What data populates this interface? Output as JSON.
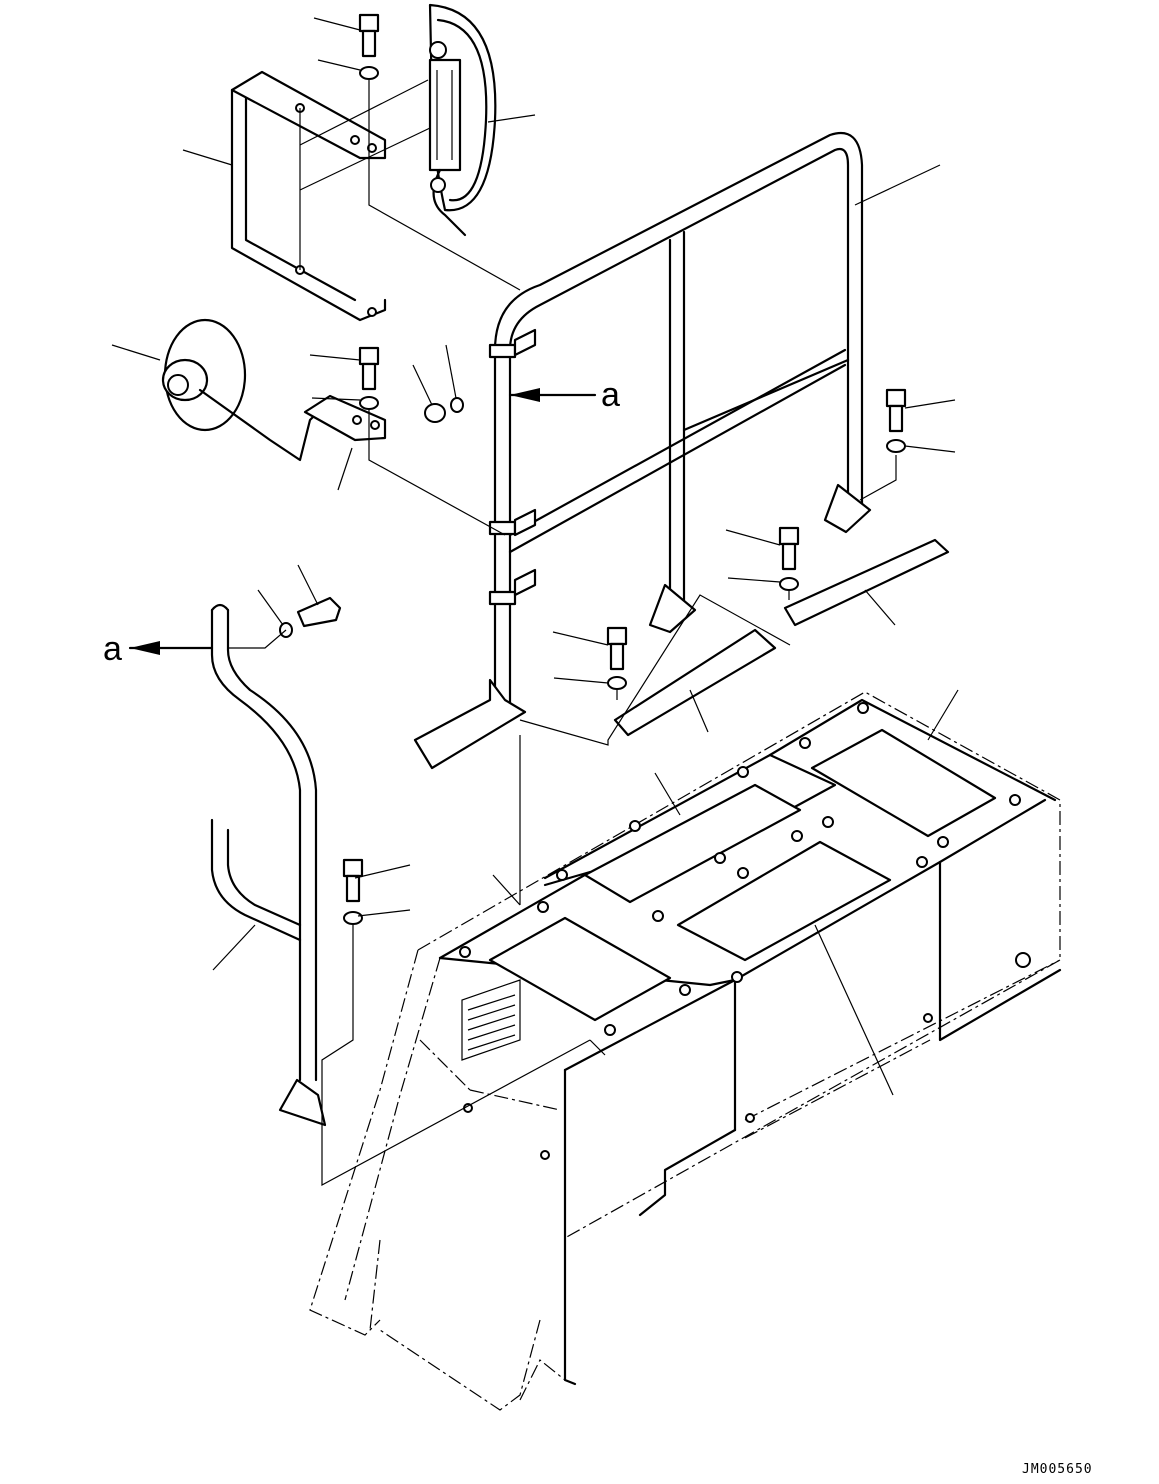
{
  "drawing": {
    "detail_marker_a_upper": "a",
    "detail_marker_a_left": "a",
    "drawing_code": "JM005650"
  }
}
